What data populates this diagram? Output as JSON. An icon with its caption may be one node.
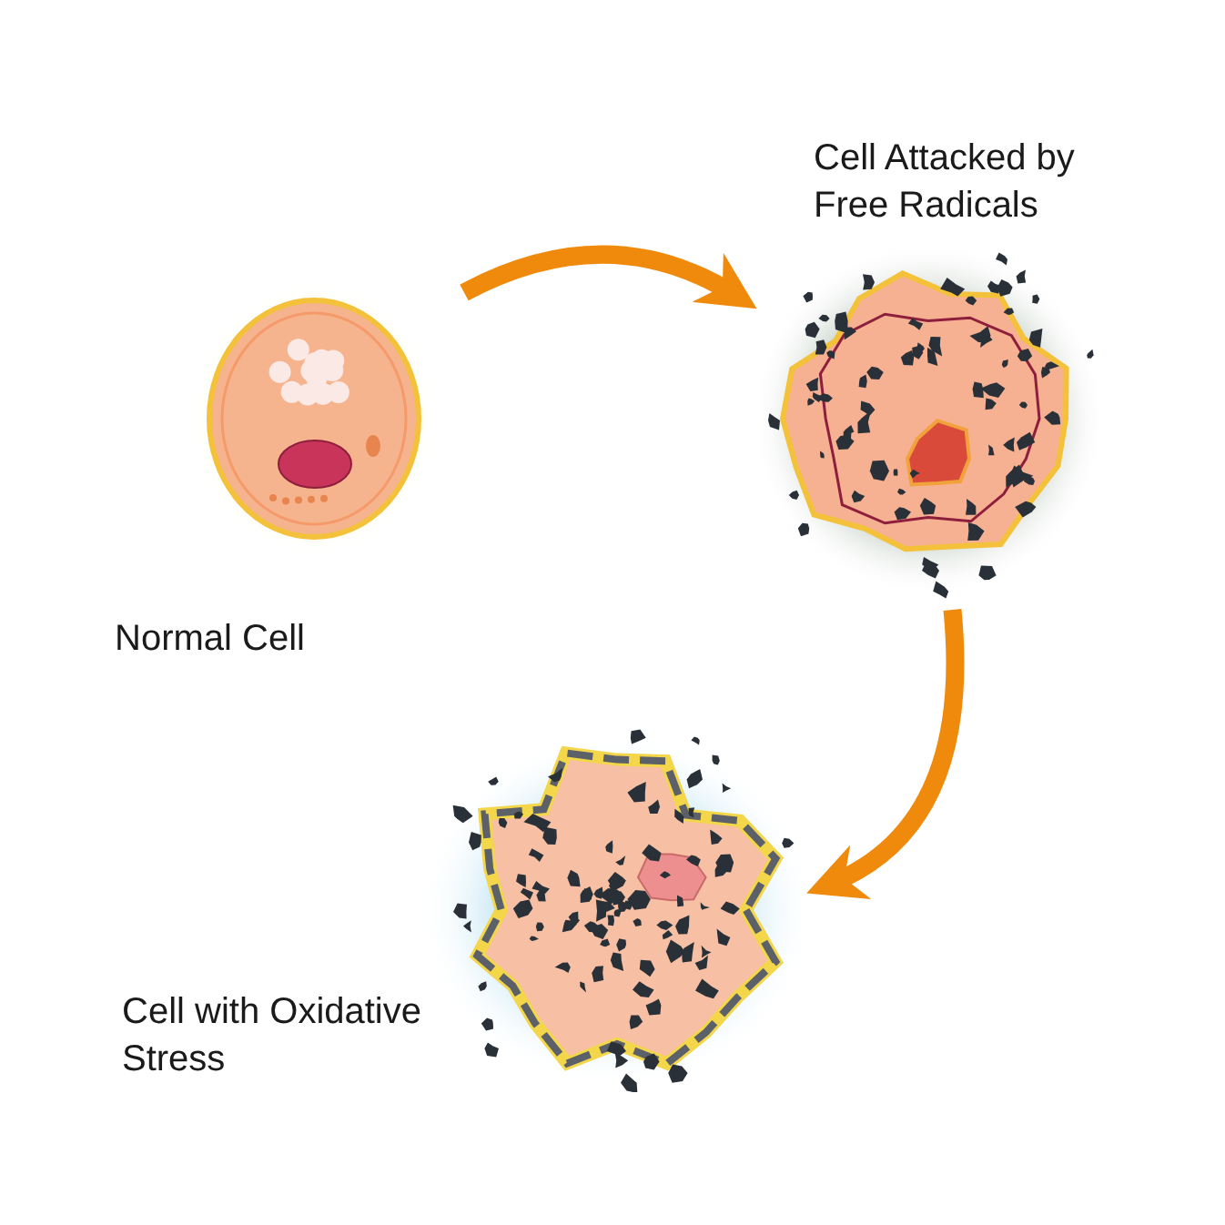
{
  "diagram": {
    "nodes": [
      {
        "text": [
          "Normal Cell"
        ]
      },
      {
        "text": [
          "Cell Attacked by Free Radicals"
        ]
      },
      {
        "text": [
          "Cell with Oxidative Stress"
        ]
      }
    ],
    "edges": [
      {
        "from": 0,
        "to": 1,
        "arrow": "to"
      },
      {
        "from": 1,
        "to": 2,
        "arrow": "to"
      }
    ]
  }
}
